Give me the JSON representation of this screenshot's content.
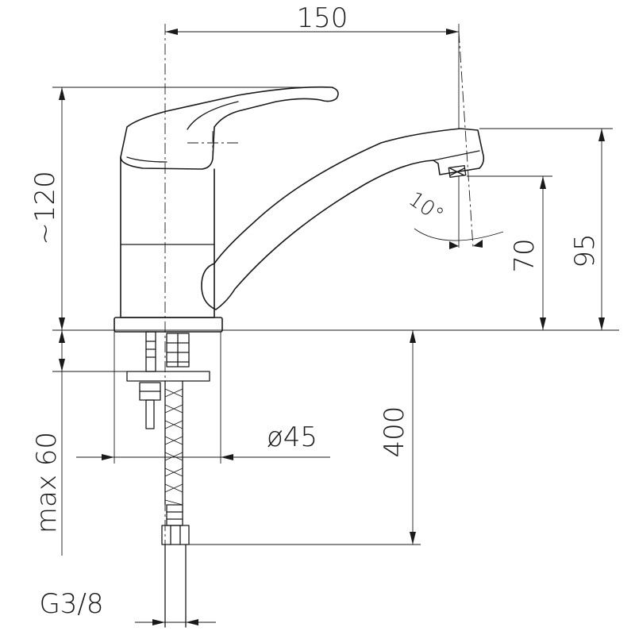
{
  "dimensions": {
    "width_150": "150",
    "height_120": "~120",
    "height_95": "95",
    "height_70": "70",
    "angle_10": "10°",
    "diameter_45": "ø45",
    "length_400": "400",
    "max_60": "max 60",
    "thread": "G3/8"
  }
}
